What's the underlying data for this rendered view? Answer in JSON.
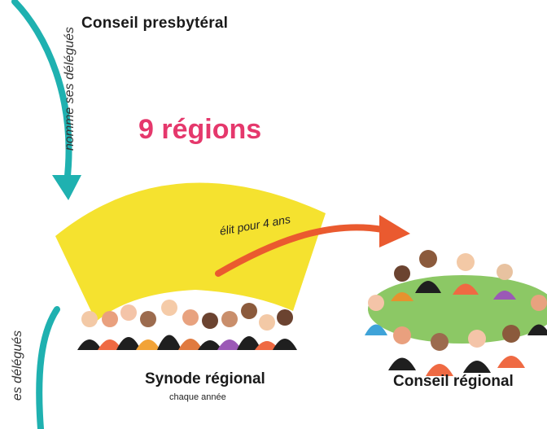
{
  "texts": {
    "conseil_presbyteral": "Conseil presbytéral",
    "regions": "9 régions",
    "nomme_delegues": "nomme ses délégués",
    "delegues_bottom": "es délégués",
    "elit": "élit pour 4 ans",
    "synode_regional": "Synode régional",
    "chaque_annee": "chaque année",
    "conseil_regional": "Conseil régional"
  },
  "colors": {
    "accent_pink": "#e5386c",
    "teal_arrow": "#1fb1b0",
    "orange_arrow": "#ea5a2f",
    "fan_yellow": "#f5e22f",
    "table_green": "#8cc865"
  },
  "icons": [
    "teal-curved-arrow-icon",
    "orange-curved-arrow-icon",
    "yellow-fan-shape",
    "green-table-ellipse",
    "people-icon"
  ]
}
